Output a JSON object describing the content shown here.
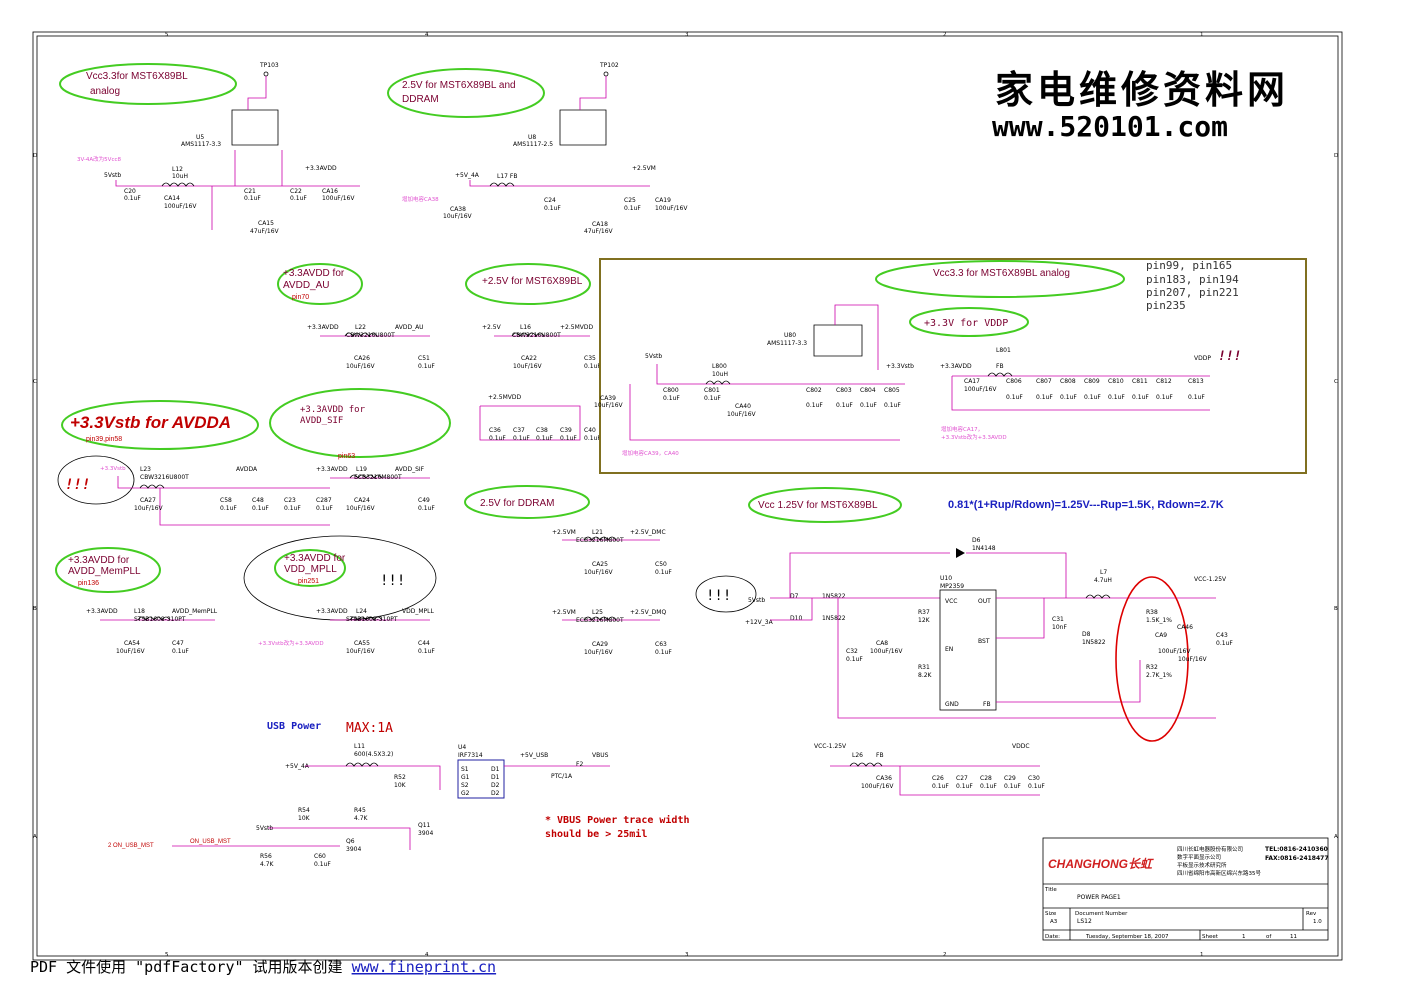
{
  "watermark": {
    "title": "家电维修资料网",
    "url": "www.520101.com"
  },
  "footer": {
    "prefix": "PDF 文件使用 \"pdfFactory\" 试用版本创建 ",
    "link": "www.fineprint.cn"
  },
  "border": {
    "top": [
      "5",
      "4",
      "3",
      "2",
      "1"
    ],
    "side": [
      "D",
      "C",
      "B",
      "A"
    ]
  },
  "notes": {
    "n1": "Vcc3.3for MST6X89BL",
    "n1b": "analog",
    "n2": "2.5V for MST6X89BL and",
    "n2b": "DDRAM",
    "n3": "+3.3AVDD for",
    "n3b": "AVDD_AU",
    "n3c": "pin70",
    "n4": "+2.5V for MST6X89BL",
    "n5": "Vcc3.3 for MST6X89BL analog",
    "n6": "+3.3V for VDDP",
    "pins": [
      "pin99,  pin165",
      "pin183, pin194",
      "pin207,  pin221",
      "pin235"
    ],
    "n7": "+3.3Vstb for AVDDA",
    "n7b": "pin39,pin58",
    "n8": "+3.3AVDD for",
    "n8b": "AVDD_SIF",
    "n8c": "pin63",
    "n9": "2.5V  for DDRAM",
    "n10": "Vcc 1.25V for MST6X89BL",
    "formula": "0.81*(1+Rup/Rdown)=1.25V---Rup=1.5K, Rdown=2.7K",
    "n11": "+3.3AVDD for",
    "n11b": "AVDD_MemPLL",
    "n11c": "pin136",
    "n12": "+3.3AVDD  for",
    "n12b": "VDD_MPLL",
    "n12c": "pin251",
    "bang": "!!!",
    "usb": "USB Power",
    "max": "MAX:1A",
    "vbus1": "* VBUS Power trace width",
    "vbus2": "should be > 25mil",
    "pink1": "3V-4A改为5Vcc8",
    "pink2": "增加电容CA38",
    "pink3": "增加电容CA39，CA40",
    "pink4": "增加电容CA17，",
    "pink5": "+3.3Vstb改为+3.3AVDD",
    "pink6": "+3.3Vstb改为+3.3AVDD"
  },
  "comps": {
    "tp103": "TP103",
    "tp102": "TP102",
    "u5": "U5",
    "u5p": "AMS1117-3.3",
    "u8": "U8",
    "u8p": "AMS1117-2.5",
    "u80": "U80",
    "u80p": "AMS1117-3.3",
    "l12": "L12",
    "l12v": "10uH",
    "l17": "L17   FB",
    "l800": "L800",
    "l800v": "10uH",
    "l801": "L801",
    "fb": "FB",
    "5vstb": "5Vstb",
    "33avdd": "+3.3AVDD",
    "5v4a": "+5V_4A",
    "25vm": "+2.5VM",
    "33vstb": "+3.3Vstb",
    "c20": "C20",
    "c014": "0.1uF",
    "ca14": "CA14",
    "ca14v": "100uF/16V",
    "c21": "C21",
    "ca15": "CA15",
    "ca15v": "47uF/16V",
    "c22": "C22",
    "ca16": "CA16",
    "ca16v": "100uF/16V",
    "ca38": "CA38",
    "ca38v": "10uF/16V",
    "c24": "C24",
    "ca18": "CA18",
    "ca18v": "47uF/16V",
    "c25": "C25",
    "ca19": "CA19",
    "ca19v": "100uF/16V",
    "l22": "L22",
    "l22p": "CBW3216U800T",
    "avdd_au": "AVDD_AU",
    "ca26": "CA26",
    "ca26v": "10uF/16V",
    "c51": "C51",
    "l16": "L16",
    "l16p": "CBW3216U800T",
    "25v": "+2.5V",
    "25mvdd": "+2.5MVDD",
    "ca22": "CA22",
    "ca22v": "10uF/16V",
    "c35": "C35",
    "c36": "C36",
    "c37": "C37",
    "c38": "C38",
    "c39": "C39",
    "c40": "C40",
    "ca39": "CA39",
    "ca39v": "10uF/16V",
    "c800": "C800",
    "c801": "C801",
    "ca40": "CA40",
    "ca40v": "10uF/16V",
    "c802": "C802",
    "c803": "C803",
    "c804": "C804",
    "c805": "C805",
    "ca17": "CA17",
    "ca17v": "100uF/16V",
    "c806": "C806",
    "c807": "C807",
    "c808": "C808",
    "c809": "C809",
    "c810": "C810",
    "c811": "C811",
    "c812": "C812",
    "c813": "C813",
    "vddp": "VDDP",
    "l23": "L23",
    "l23p": "CBW3216U800T",
    "avdda": "AVDDA",
    "ca27": "CA27",
    "ca27v": "10uF/16V",
    "c58": "C58",
    "c48": "C48",
    "c23": "C23",
    "c287": "C287",
    "l19": "L19",
    "l19p": "ECB3216M800T",
    "avdd_sif": "AVDD_SIF",
    "ca24": "CA24",
    "ca24v": "10uF/16V",
    "c49": "C49",
    "l21": "L21",
    "l21p": "ECB3216M800T",
    "25vdmc": "+2.5V_DMC",
    "ca25": "CA25",
    "ca25v": "10uF/16V",
    "c50": "C50",
    "l25": "L25",
    "l25p": "ECB3216M800T",
    "25vdmq": "+2.5V_DMQ",
    "ca29": "CA29",
    "ca29v": "10uF/16V",
    "c63": "C63",
    "l18": "L18",
    "l18p": "STSB1608-310PT",
    "avdd_mpll": "AVDD_MemPLL",
    "ca54": "CA54",
    "ca54v": "10uF/16V",
    "c47": "C47",
    "l24": "L24",
    "l24p": "STSB1608-310PT",
    "vdd_mpll": "VDD_MPLL",
    "ca55": "CA55",
    "ca55v": "10uF/16V",
    "c44": "C44",
    "d6": "D6",
    "d6p": "1N4148",
    "u10": "U10",
    "u10p": "MP2359",
    "vcc": "VCC",
    "out": "OUT",
    "bst": "BST",
    "en": "EN",
    "gnd": "GND",
    "fbp": "FB",
    "d7": "D7",
    "d7p": "1N5822",
    "d10": "D10",
    "d10p": "1N5822",
    "12v3a": "+12V_3A",
    "c32": "C32",
    "ca8": "CA8",
    "ca8v": "100uF/16V",
    "r37": "R37",
    "r37v": "12K",
    "r31": "R31",
    "r31v": "8.2K",
    "c31": "C31",
    "c31v": "10nF",
    "d8": "D8",
    "d8p": "1N5822",
    "l7": "L7",
    "l7v": "4.7uH",
    "r38": "R38",
    "r38v": "1.5K_1%",
    "r32": "R32",
    "r32v": "2.7K_1%",
    "ca9": "CA9",
    "ca9v": "100uF/16V",
    "ca46": "CA46",
    "ca46v": "10uF/16V",
    "c43": "C43",
    "vcc125": "VCC-1.25V",
    "vcc125b": "VCC-1.25V",
    "l26": "L26",
    "vddc": "VDDC",
    "ca36": "CA36",
    "ca36v": "100uF/16V",
    "c26": "C26",
    "c27": "C27",
    "c28": "C28",
    "c29": "C29",
    "c30": "C30",
    "l11": "L11",
    "l11v": "600(4.5X3.2)",
    "u4": "U4",
    "u4p": "IRF7314",
    "5vusb": "+5V_USB",
    "vbus": "VBUS",
    "f2": "F2",
    "f2v": "PTC/1A",
    "r52": "R52",
    "r52v": "10K",
    "r54": "R54",
    "r54v": "10K",
    "r45": "R45",
    "r45v": "4.7K",
    "q11": "Q11",
    "q11v": "3904",
    "q6": "Q6",
    "q6v": "3904",
    "r56": "R56",
    "r56v": "4.7K",
    "c60": "C60",
    "on_usb": "ON_USB_MST",
    "on_usb2": "2  ON_USB_MST",
    "s1": "S1",
    "g1": "G1",
    "s2": "S2",
    "g2": "G2",
    "d1": "D1",
    "d2": "D2",
    "12v": "+12V_3A"
  },
  "titleblock": {
    "company": "CHANGHONG长虹",
    "addr1": "四川长虹电器股份有限公司",
    "addr2": "数字平面显示公司",
    "addr3": "平板显示技术研究所",
    "addr4": "四川省绵阳市高新区绵兴东路35号",
    "tel": "TEL:0816-2410360",
    "fax": "FAX:0816-2418477",
    "title_label": "Title",
    "title": "POWER        PAGE1",
    "size_label": "Size",
    "size": "A3",
    "docnum_label": "Document Number",
    "docnum": "LS12",
    "rev_label": "Rev",
    "rev": "1.0",
    "date_label": "Date:",
    "date": "Tuesday, September 18, 2007",
    "sheet_label": "Sheet",
    "sheet": "1",
    "of": "of",
    "total": "11"
  },
  "colors": {
    "wire": "#cc00aa",
    "note": "#7a0030",
    "oval": "#44cc22",
    "highlight": "#cc0000",
    "blue": "#1a20c0"
  }
}
